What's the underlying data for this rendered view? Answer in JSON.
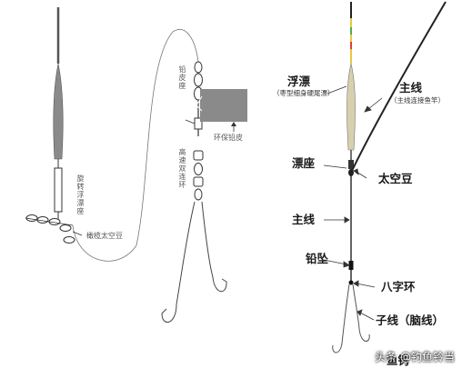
{
  "left_diagram": {
    "float_label": "旋转浮漂座",
    "bead_label": "橄榄太空豆",
    "sinker_seat_label": "铅皮座",
    "sinker_label": "环保铅皮",
    "swivel_label": "高速双连环"
  },
  "right_diagram": {
    "float_label": "浮漂",
    "float_sub": "（枣型细身硬尾漂）",
    "main_line_label": "主线",
    "main_line_sub": "（主线连接鱼竿）",
    "float_seat_label": "漂座",
    "space_bean_label": "太空豆",
    "main_line_label_2": "主线",
    "sinker_label": "铅坠",
    "swivel_label": "八字环",
    "leader_label": "子线（脑线）",
    "hook_label": "鱼钩"
  },
  "watermark": "头条 @钓鱼铃当",
  "colors": {
    "line": "#222222",
    "float_body": "#888888",
    "tip_yellow": "#e8c840",
    "tip_green": "#4caf50",
    "tip_red": "#d94040"
  }
}
